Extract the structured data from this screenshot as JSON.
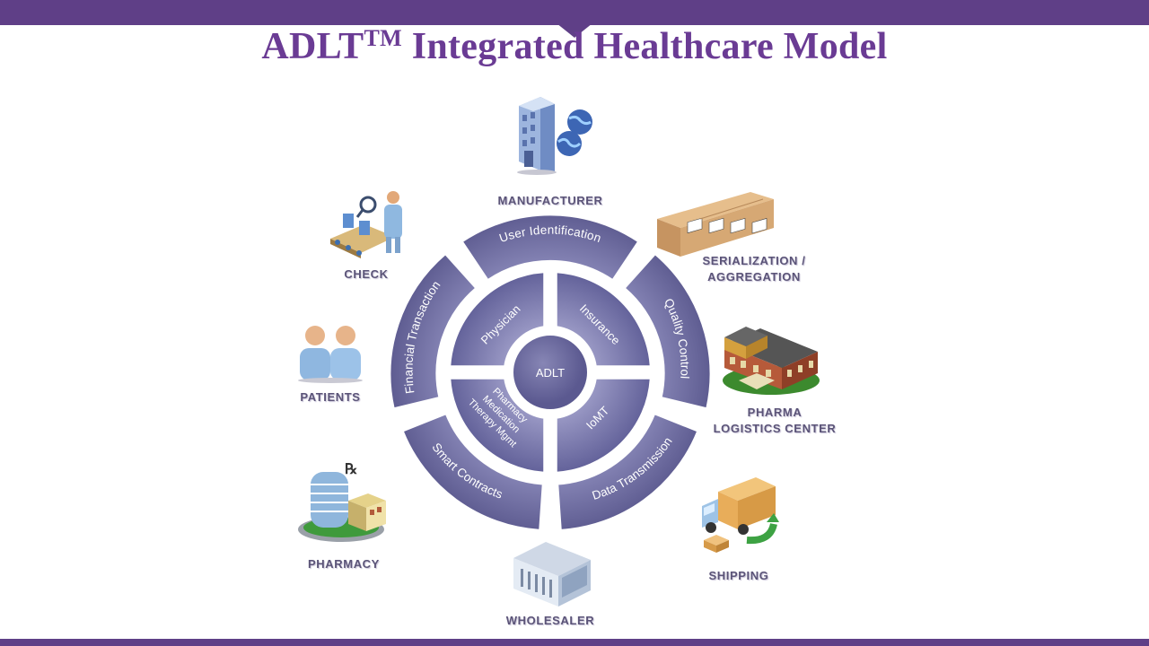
{
  "title": {
    "main": "ADLT",
    "superscript": "TM",
    "rest": " Integrated Healthcare Model"
  },
  "wheel": {
    "center": "ADLT",
    "inner": {
      "physician": "Physician",
      "insurance": "Insurance",
      "iomt": "IoMT",
      "pharmacy": [
        "Pharmacy",
        "Medication",
        "Therapy Mgmt"
      ]
    },
    "outer": {
      "user_identification": "User Identification",
      "quality_control": "Quality Control",
      "data_transmission": "Data Transmission",
      "smart_contracts": "Smart Contracts",
      "financial_transaction": "Financial Transaction"
    }
  },
  "nodes": {
    "manufacturer": "MANUFACTURER",
    "serialization_1": "SERIALIZATION /",
    "serialization_2": "AGGREGATION",
    "pharma_1": "PHARMA",
    "pharma_2": "LOGISTICS CENTER",
    "shipping": "SHIPPING",
    "wholesaler": "WHOLESALER",
    "pharmacy": "PHARMACY",
    "patients": "PATIENTS",
    "check": "CHECK"
  },
  "colors": {
    "band": "#5f3f87",
    "title": "#6a3b94",
    "wheel": "#6b6a9c",
    "wheel_light": "#8584b4"
  },
  "icons": [
    "building-globe-icon",
    "barcode-boxes-icon",
    "warehouse-icon",
    "delivery-truck-icon",
    "bank-building-icon",
    "hospital-icon",
    "patients-icon",
    "inspector-conveyor-icon"
  ]
}
